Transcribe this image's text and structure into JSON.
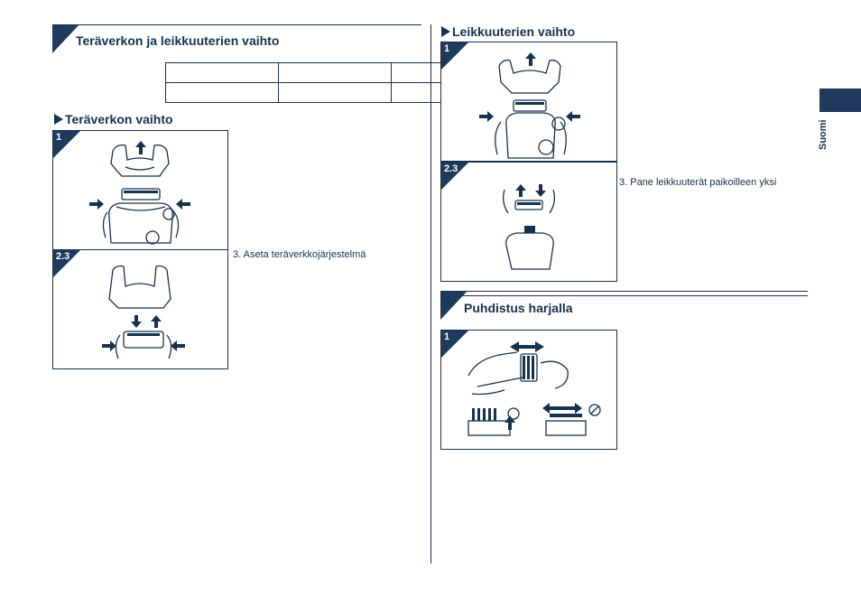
{
  "left": {
    "section_title": "Teräverkon ja leikkuuterien vaihto",
    "sub_title": "Teräverkon vaihto",
    "panel1_label": "1",
    "panel2_label": "2.3",
    "step_text": "3. Aseta teräverkkojärjestelmä"
  },
  "right": {
    "sub_title": "Leikkuuterien vaihto",
    "panel1_label": "1",
    "panel2_label": "2.3",
    "step_text": "3. Pane leikkuuterät paikoilleen yksi",
    "clean_title": "Puhdistus harjalla",
    "clean_panel_label": "1"
  },
  "side_tab": {
    "label": "Suomi"
  },
  "colors": {
    "navy": "#1f3a5c",
    "text": "#17324f"
  }
}
